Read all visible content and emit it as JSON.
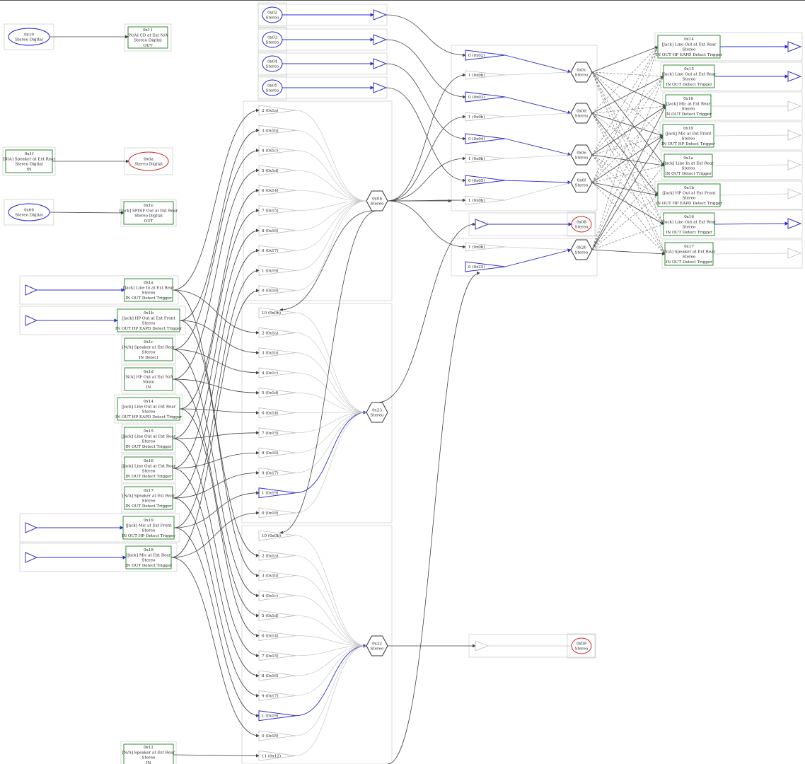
{
  "top_border_color": "#555555",
  "devices": {
    "d10": {
      "id": "0x10",
      "sub": "Stereo Digital"
    },
    "d1f": {
      "id": "0x1f",
      "lines": [
        "[N/A] Speaker at Ext Rear",
        "Stereo Digital",
        "IN"
      ]
    },
    "d0a": {
      "id": "0x0a",
      "sub": "Stereo Digital"
    },
    "d06": {
      "id": "0x06",
      "sub": "Stereo Digital"
    },
    "d02": {
      "id": "0x02",
      "sub": "Stereo"
    },
    "d03": {
      "id": "0x03",
      "sub": "Stereo"
    },
    "d04": {
      "id": "0x04",
      "sub": "Stereo"
    },
    "d05": {
      "id": "0x05",
      "sub": "Stereo"
    },
    "d08": {
      "id": "0x08",
      "sub": "Stereo"
    },
    "d09": {
      "id": "0x09",
      "sub": "Stereo"
    }
  },
  "pins": {
    "p11": {
      "id": "0x11",
      "lines": [
        "[N/A] CD at Ext N/A",
        "Stereo Digital",
        "OUT"
      ]
    },
    "p1e": {
      "id": "0x1e",
      "lines": [
        "[Jack] SPDIF Out at Ext Rear",
        "Stereo Digital",
        "OUT"
      ]
    },
    "l1a": {
      "id": "0x1a",
      "lines": [
        "[Jack] Line In at Ext Rear",
        "Stereo",
        "IN OUT Detect Trigger"
      ]
    },
    "l1b": {
      "id": "0x1b",
      "lines": [
        "[Jack] HP Out at Ext Front",
        "Stereo",
        "IN OUT HP EAPD Detect Trigger"
      ]
    },
    "l1c": {
      "id": "0x1c",
      "lines": [
        "[N/A] Speaker at Ext Rear",
        "Stereo",
        "IN Detect"
      ]
    },
    "l1d": {
      "id": "0x1d",
      "lines": [
        "[N/A] HP Out at Ext N/A",
        "Mono",
        "IN"
      ]
    },
    "l14": {
      "id": "0x14",
      "lines": [
        "[Jack] Line Out at Ext Rear",
        "Stereo",
        "IN OUT HP EAPD Detect Trigger"
      ]
    },
    "l15": {
      "id": "0x15",
      "lines": [
        "[Jack] Line Out at Ext Rear",
        "Stereo",
        "IN OUT Detect Trigger"
      ]
    },
    "l16": {
      "id": "0x16",
      "lines": [
        "[Jack] Line Out at Ext Rear",
        "Stereo",
        "IN OUT Detect Trigger"
      ]
    },
    "l17": {
      "id": "0x17",
      "lines": [
        "[N/A] Speaker at Ext Rear",
        "Stereo",
        "IN OUT Detect Trigger"
      ]
    },
    "l19": {
      "id": "0x19",
      "lines": [
        "[Jack] Mic at Ext Front",
        "Stereo",
        "IN OUT HP Detect Trigger"
      ]
    },
    "l18": {
      "id": "0x18",
      "lines": [
        "[Jack] Mic at Ext Rear",
        "Stereo",
        "IN OUT Detect Trigger"
      ]
    },
    "l12": {
      "id": "0x12",
      "lines": [
        "[N/A] Speaker at Ext Rear",
        "Stereo",
        "IN"
      ]
    },
    "r14": {
      "id": "0x14",
      "lines": [
        "[Jack] Line Out at Ext Rear",
        "Stereo",
        "IN OUT HP EAPD Detect Trigger"
      ]
    },
    "r15": {
      "id": "0x15",
      "lines": [
        "[Jack] Line Out at Ext Rear",
        "Stereo",
        "IN OUT Detect Trigger"
      ]
    },
    "r18": {
      "id": "0x18",
      "lines": [
        "[Jack] Mic at Ext Rear",
        "Stereo",
        "IN OUT Detect Trigger"
      ]
    },
    "r19": {
      "id": "0x19",
      "lines": [
        "[Jack] Mic at Ext Front",
        "Stereo",
        "IN OUT HP Detect Trigger"
      ]
    },
    "r1a": {
      "id": "0x1a",
      "lines": [
        "[Jack] Line In at Ext Rear",
        "Stereo",
        "IN OUT Detect Trigger"
      ]
    },
    "r1b": {
      "id": "0x1b",
      "lines": [
        "[Jack] HP Out at Ext Front",
        "Stereo",
        "IN OUT HP EAPD Detect Trigger"
      ]
    },
    "r16": {
      "id": "0x16",
      "lines": [
        "[Jack] Line Out at Ext Rear",
        "Stereo",
        "IN OUT Detect Trigger"
      ]
    },
    "r17": {
      "id": "0x17",
      "lines": [
        "[N/A] Speaker at Ext Rear",
        "Stereo",
        "IN OUT Detect Trigger"
      ]
    }
  },
  "mixers": {
    "m0b": {
      "id": "0x0b",
      "sub": "Stereo"
    },
    "m23": {
      "id": "0x23",
      "sub": "Stereo"
    },
    "m22": {
      "id": "0x22",
      "sub": "Stereo"
    },
    "m0c": {
      "id": "0x0c",
      "sub": "Stereo"
    },
    "m0d": {
      "id": "0x0d",
      "sub": "Stereo"
    },
    "m0e": {
      "id": "0x0e",
      "sub": "Stereo"
    },
    "m0f": {
      "id": "0x0f",
      "sub": "Stereo"
    },
    "m26": {
      "id": "0x26",
      "sub": "Stereo"
    }
  },
  "amp_labels": {
    "c0b": [
      "2 (0x1a)",
      "3 (0x1b)",
      "4 (0x1c)",
      "5 (0x1d)",
      "6 (0x14)",
      "7 (0x15)",
      "8 (0x16)",
      "9 (0x17)",
      "1 (0x19)",
      "0 (0x18)"
    ],
    "c23": [
      "10 (0x0b)",
      "2 (0x1a)",
      "3 (0x1b)",
      "4 (0x1c)",
      "5 (0x1d)",
      "6 (0x14)",
      "7 (0x15)",
      "8 (0x16)",
      "9 (0x17)",
      "1 (0x19)",
      "0 (0x18)"
    ],
    "c22": [
      "10 (0x0b)",
      "2 (0x1a)",
      "3 (0x1b)",
      "4 (0x1c)",
      "5 (0x1d)",
      "6 (0x14)",
      "7 (0x15)",
      "8 (0x16)",
      "9 (0x17)",
      "1 (0x19)",
      "0 (0x18)",
      "11 (0x12)"
    ],
    "r0c": [
      "0 (0x02)",
      "1 (0x0b)"
    ],
    "r0d": [
      "0 (0x03)",
      "1 (0x0b)"
    ],
    "r0e": [
      "0 (0x04)",
      "1 (0x0b)"
    ],
    "r0f": [
      "0 (0x05)",
      "1 (0x0b)"
    ],
    "r26": [
      "1 (0x0b)",
      "0 (0x25)"
    ]
  }
}
